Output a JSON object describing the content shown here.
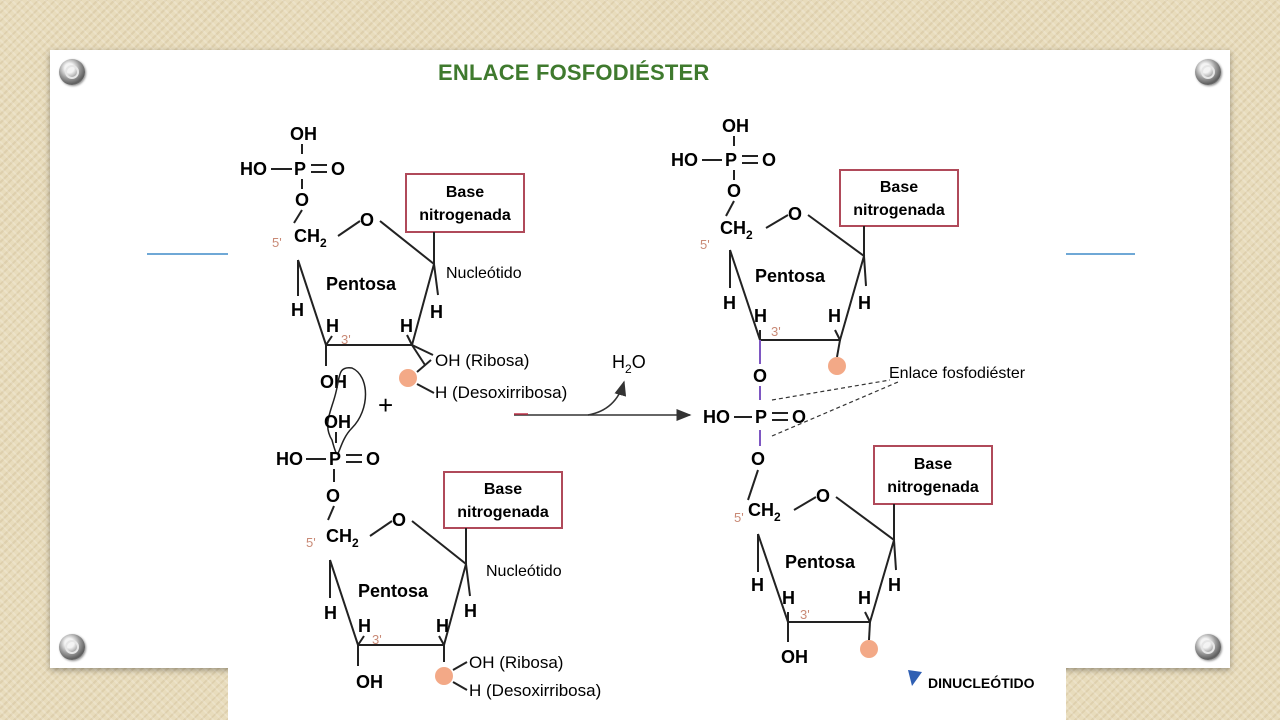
{
  "title": "ENLACE FOSFODIÉSTER",
  "labels": {
    "OH": "OH",
    "HO": "HO",
    "P": "P",
    "O": "O",
    "H": "H",
    "CH": "CH",
    "sub2": "2",
    "five_prime": "5'",
    "three_prime": "3'",
    "base_line1": "Base",
    "base_line2": "nitrogenada",
    "pentosa": "Pentosa",
    "nucleotido": "Nucleótido",
    "oh_ribosa": "OH (Ribosa)",
    "h_desoxirribosa": "H (Desoxirribosa)",
    "plus": "+",
    "water": "H",
    "water_sub": "2",
    "water_o": "O",
    "enlace_fosfodiester": "Enlace fosfodiéster",
    "dinucleotido": "DINUCLEÓTIDO"
  },
  "colors": {
    "title": "#3f7a2e",
    "base_box": "#b04a5a",
    "prime_label": "#c98a76",
    "pink_ball": "#f3a987",
    "bond_purple": "#7e57c2",
    "arrow_blue": "#2f5fb3"
  }
}
